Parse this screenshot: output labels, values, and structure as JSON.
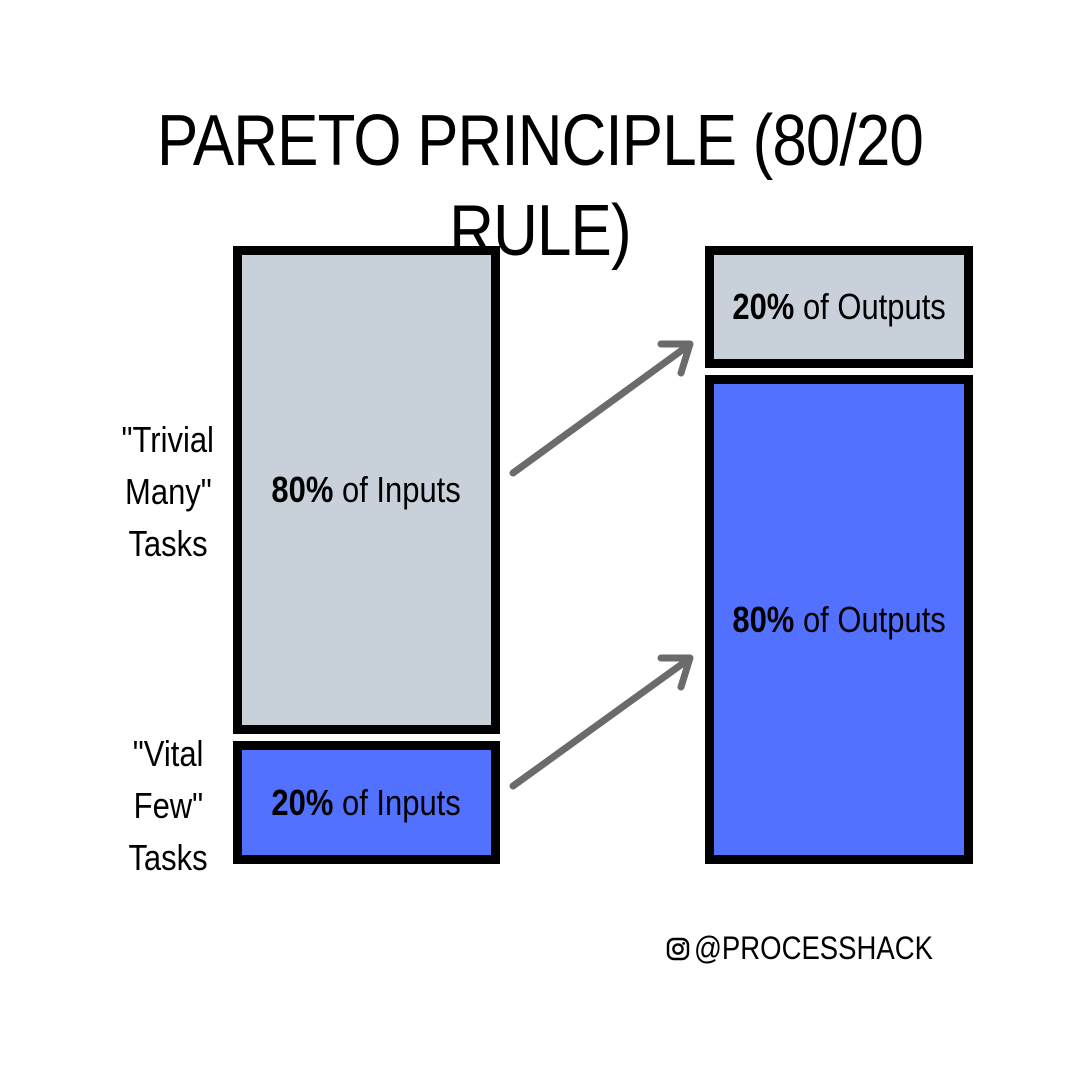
{
  "title": "PARETO PRINCIPLE (80/20 RULE)",
  "inputs": {
    "trivial": {
      "bold": "80%",
      "text": " of Inputs"
    },
    "vital": {
      "bold": "20%",
      "text": " of Inputs"
    }
  },
  "outputs": {
    "trivial": {
      "bold": "20%",
      "text": " of Outputs"
    },
    "vital": {
      "bold": "80%",
      "text": " of Outputs"
    }
  },
  "side_labels": {
    "trivial": [
      "\"Trivial",
      "Many\"",
      "Tasks"
    ],
    "vital": [
      "\"Vital",
      "Few\"",
      "Tasks"
    ]
  },
  "handle": "@PROCESSHACK",
  "icons": {
    "handle": "instagram-icon"
  },
  "colors": {
    "gray": "#c8d0da",
    "blue": "#5271ff",
    "arrow": "#6b6b6b",
    "border": "#000000"
  }
}
